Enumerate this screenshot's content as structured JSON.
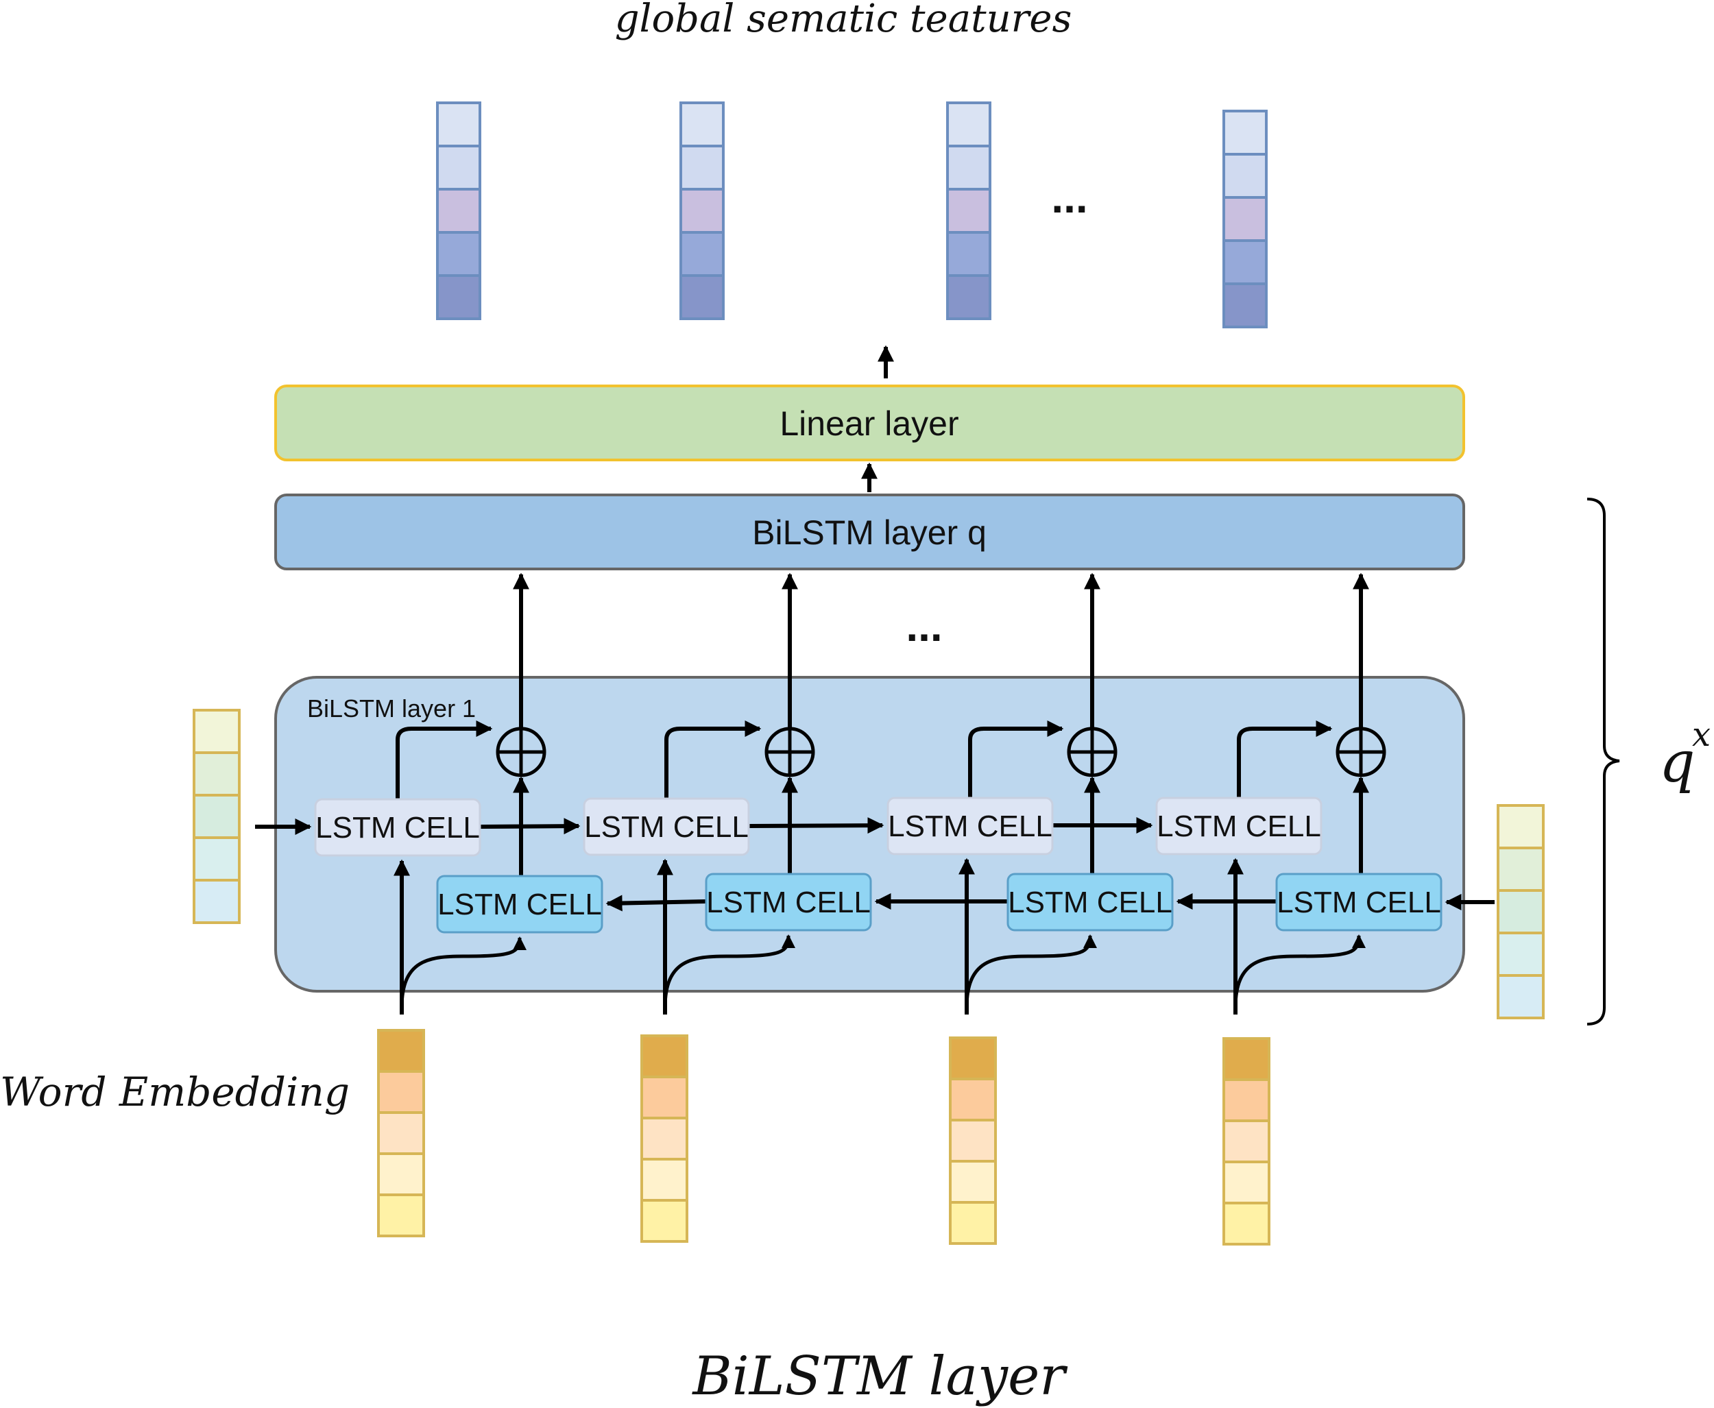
{
  "title_top": "global sematic teatures",
  "title_bottom": "BiLSTM layer",
  "embedding_label": "Word Embedding",
  "repeat_label": "q",
  "repeat_superscript": "x",
  "ellipsis": "...",
  "layers": {
    "linear": "Linear layer",
    "bilstm_q": "BiLSTM layer q",
    "bilstm_1": "BiLSTM layer 1"
  },
  "cell_label": "LSTM CELL",
  "colors": {
    "feature_vector": [
      "#dae3f3",
      "#d0daf0",
      "#c9bfdf",
      "#96a9d9",
      "#8695c9"
    ],
    "feature_border": "#6c8ebf",
    "embedding_vector": [
      "#e0ac4c",
      "#fccb9c",
      "#fee3c4",
      "#fff2cc",
      "#fff2a6"
    ],
    "embedding_border": "#d6b656",
    "state_vector": [
      "#f2f5d9",
      "#e1efd9",
      "#d6ecdf",
      "#d9efee",
      "#d7ecf5"
    ],
    "linear_fill": "#c5e0b4",
    "linear_border": "#f2c22e",
    "bilstm_q_fill": "#9dc3e6",
    "bilstm_1_fill": "#bdd7ee",
    "forward_cell_fill": "#dde5f4",
    "backward_cell_fill": "#91d5f3"
  }
}
